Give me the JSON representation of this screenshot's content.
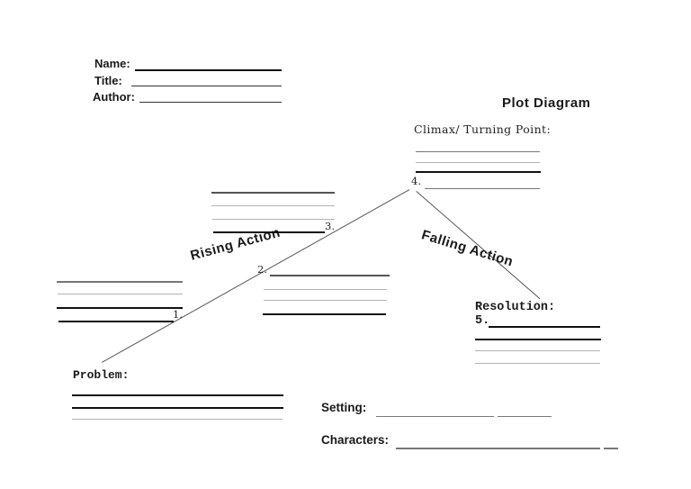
{
  "worksheet": {
    "title": "Plot Diagram",
    "header": {
      "name_label": "Name:",
      "title_label": "Title:",
      "author_label": "Author:"
    },
    "climax": {
      "label": "Climax/ Turning Point:",
      "number": "4."
    },
    "rising_action_label": "Rising Action",
    "falling_action_label": "Falling Action",
    "stages": {
      "stage1_number": "1.",
      "stage2_number": "2.",
      "stage3_number": "3."
    },
    "problem": {
      "label": "Problem:"
    },
    "resolution": {
      "label": "Resolution:",
      "number": "5."
    },
    "setting_label": "Setting:",
    "characters_label": "Characters:"
  },
  "colors": {
    "ink": "#111111",
    "line_gray": "#b3b3b3",
    "line_mid": "#777777",
    "diagonal": "#555555"
  }
}
